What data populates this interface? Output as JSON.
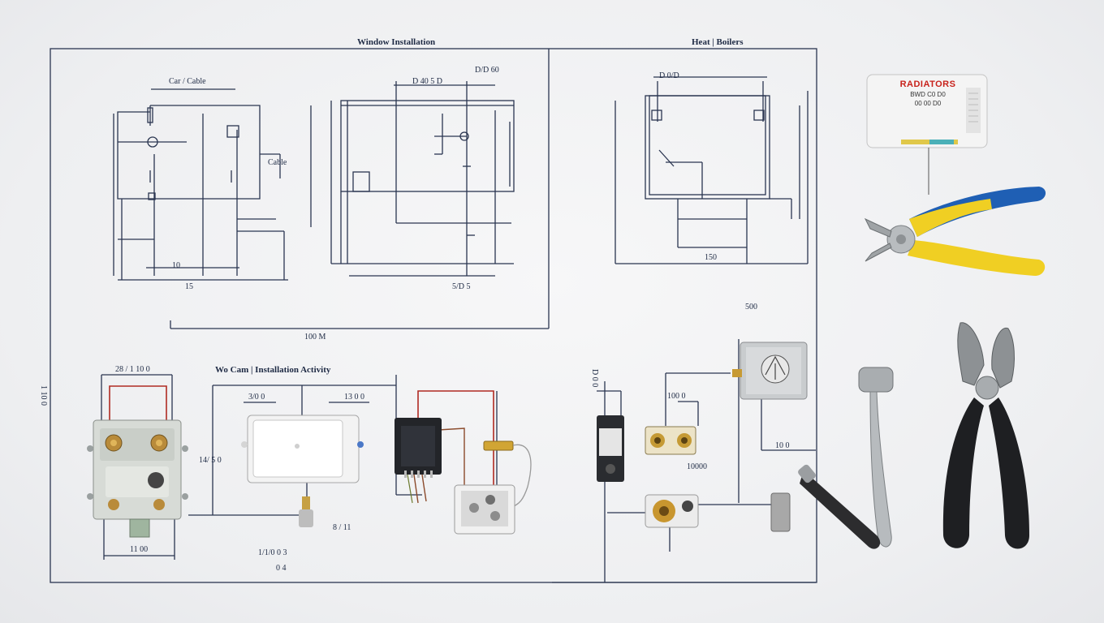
{
  "headers": {
    "top_left_title": "Window Installation",
    "top_right_title": "Heat | Boilers",
    "bottom_middle_title": "Wo Cam | Installation Activity"
  },
  "dimension_labels": {
    "p1_top": "Car / Cable",
    "p1_right_note": "Cable",
    "p1_mid": "10",
    "p1_bottom": "15",
    "p2_top_a": "D 40 5 D",
    "p2_top_b": "D/D 60",
    "p2_bottom": "5/D 5",
    "p1_p2_under": "100 M",
    "p3_top": "D 0/D",
    "p3_bottom": "150",
    "p3_right": "500",
    "b1_top": "28 / 1 10 0",
    "b1_bottom": "11 00",
    "b2_top_a": "3/0 0",
    "b2_top_b": "13 0 0",
    "b2_left": "14/ 5 0",
    "b2_bottom_a": "1/1/0 0 3",
    "b2_bottom_b": "0 4",
    "b2_side": "8 / 11",
    "b3_top": "100 0",
    "b3_mid": "10 0",
    "b3_right": "10000",
    "b3_vertical": "D 0 0",
    "left_vertical": "1 10 0"
  },
  "device_label": {
    "brand": "RADIATORS",
    "line1": "BWD C0 D0",
    "line2": "00 00 D0"
  },
  "tools": [
    "pliers-yellow-blue",
    "hex-key-wrench",
    "pliers-black"
  ]
}
